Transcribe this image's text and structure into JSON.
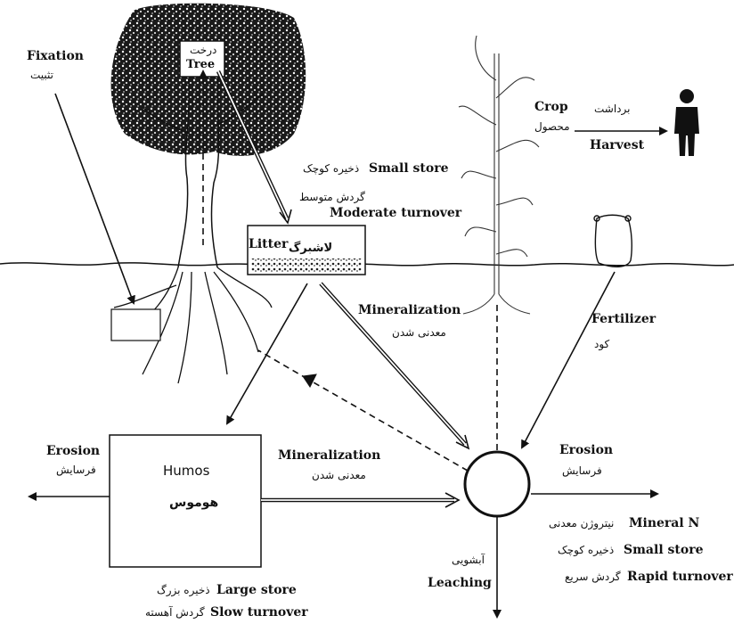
{
  "diagram": {
    "fixation": {
      "en": "Fixation",
      "fa": "تثبیت"
    },
    "tree": {
      "fa": "درخت",
      "en": "Tree"
    },
    "small_store_top": {
      "en": "Small store",
      "fa": "ذخیره کوچک"
    },
    "moderate_turnover": {
      "fa": "گردش متوسط",
      "en": "Moderate turnover"
    },
    "litter": {
      "en": "Litter",
      "fa": "لاشبرگ"
    },
    "crop": {
      "en": "Crop",
      "fa": "محصول"
    },
    "harvest": {
      "fa": "برداشت",
      "en": "Harvest"
    },
    "mineralization_upper": {
      "en": "Mineralization",
      "fa": "معدنی شدن"
    },
    "fertilizer": {
      "en": "Fertilizer",
      "fa": "کود"
    },
    "erosion_left": {
      "en": "Erosion",
      "fa": "فرسایش"
    },
    "humus": {
      "en": "Humos",
      "fa": "هوموس"
    },
    "mineralization_lower": {
      "en": "Mineralization",
      "fa": "معدنی شدن"
    },
    "erosion_right": {
      "en": "Erosion",
      "fa": "فرسایش"
    },
    "mineral_n": {
      "fa": "نیتروژن معدنی",
      "en": "Mineral N"
    },
    "small_store_bottom": {
      "fa": "ذخیره کوچک",
      "en": "Small store"
    },
    "rapid_turnover": {
      "fa": "گردش سریع",
      "en": "Rapid turnover"
    },
    "leaching": {
      "fa": "آبشویی",
      "en": "Leaching"
    },
    "large_store": {
      "fa": "ذخیره بزرگ",
      "en": "Large store"
    },
    "slow_turnover": {
      "fa": "گردش آهسته",
      "en": "Slow turnover"
    }
  }
}
